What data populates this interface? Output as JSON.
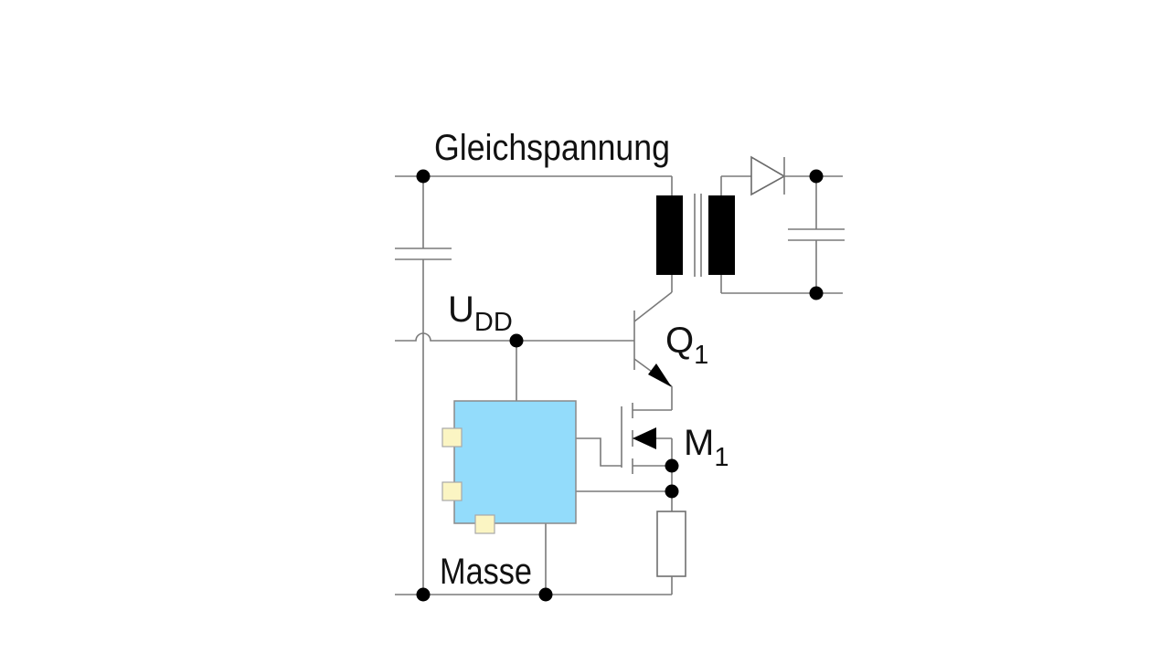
{
  "labels": {
    "dc_voltage": "Gleichspannung",
    "udd_main": "U",
    "udd_sub": "DD",
    "q1_main": "Q",
    "q1_sub": "1",
    "m1_main": "M",
    "m1_sub": "1",
    "ground": "Masse"
  },
  "colors": {
    "wire": "#7a7a7a",
    "ic_fill": "#93dcfb",
    "pin_fill": "#fbf5c3",
    "node": "#000000"
  }
}
